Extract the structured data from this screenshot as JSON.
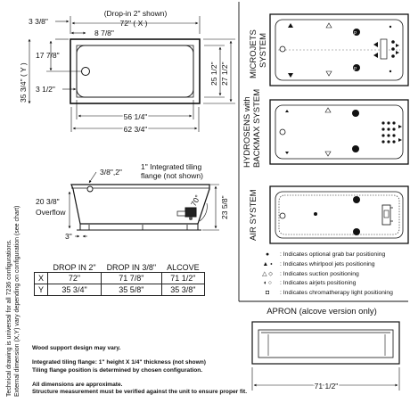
{
  "plan": {
    "dim_top_note": "(Drop-in 2\" shown)",
    "dim_72x": "72\" ( X )",
    "dim_3_38": "3 3/8\"",
    "dim_8_78": "8 7/8\"",
    "dim_17_78": "17 7/8\"",
    "dim_35_34": "35 3/4\" ( Y )",
    "dim_3_12": "3 1/2\"",
    "dim_25_12": "25 1/2\"",
    "dim_27_12": "27 1/2\"",
    "dim_56_14": "56 1/4\"",
    "dim_62_34": "62 3/4\""
  },
  "side": {
    "dim_38_2": "3/8\",2\"",
    "tiling_flange": "1\" Integrated tiling flange (not shown)",
    "dim_20_38": "20 3/8\"",
    "overflow": "Overflow",
    "dim_23_58": "23 5/8\"",
    "angle": "70°",
    "dim_3": "3\""
  },
  "table": {
    "headers": [
      "DROP IN 2\"",
      "DROP IN 3/8\"",
      "ALCOVE"
    ],
    "rows": [
      {
        "label": "X",
        "values": [
          "72\"",
          "71 7/8\"",
          "71 1/2\""
        ]
      },
      {
        "label": "Y",
        "values": [
          "35 3/4\"",
          "35 5/8\"",
          "35 3/8\""
        ]
      }
    ]
  },
  "systems": {
    "microjets": "MICROJETS SYSTEM",
    "hydrosens": "HYDROSENS with BACKMAX SYSTEM",
    "air": "AIR SYSTEM"
  },
  "legend": [
    {
      "symbol": "●",
      "text": ": Indicates optional grab bar positioning"
    },
    {
      "symbol": "▲ ⬩",
      "text": ": Indicates whirlpool jets positioning"
    },
    {
      "symbol": "△ ⬦",
      "text": ": Indicates suction positioning"
    },
    {
      "symbol": "◖ ○",
      "text": ": Indicates airjets positioning"
    },
    {
      "symbol": "◘",
      "text": ": Indicates chromatherapy light positioning"
    }
  ],
  "apron": {
    "title": "APRON (alcove version only)",
    "dim": "71 1/2\""
  },
  "side_note": {
    "line1": "Technical drawing is universal for all 7236 configurations.",
    "line2": "External dimension (X,Y) vary depending on configuration (see chart)"
  },
  "notes": [
    "Wood support design may vary.",
    "",
    "Integrated tiling flange: 1\" height X 1/4\" thickness (not shown)",
    "Tiling flange position is determined by chosen configuration.",
    "",
    "All dimensions are approximate.",
    "Structure measurement must be verified against the unit to ensure proper fit."
  ]
}
